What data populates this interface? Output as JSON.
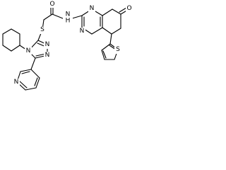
{
  "structure": {
    "atoms": {
      "amide_o": "O",
      "amide_nh": "N\nH",
      "thioether_s": "S",
      "quin_n_top": "N",
      "quin_n_bottom": "N",
      "ketone_o": "O",
      "triazole_n1": "N",
      "triazole_n2": "N",
      "triazole_n4": "N",
      "pyridine_n": "N",
      "thiophene_s": "S"
    }
  }
}
